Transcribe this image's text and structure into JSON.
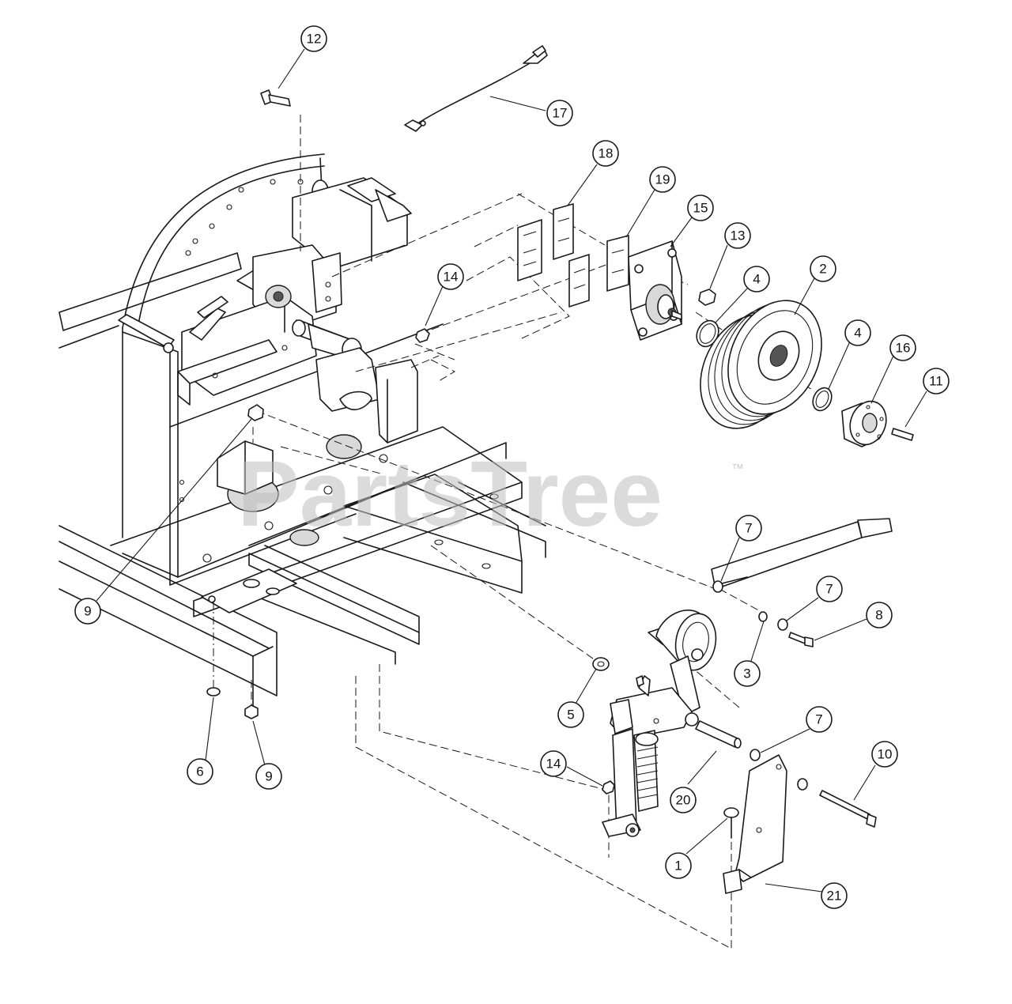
{
  "watermark": {
    "text": "PartsTree",
    "trademark": "™"
  },
  "callouts": [
    {
      "label": "12"
    },
    {
      "label": "17"
    },
    {
      "label": "18"
    },
    {
      "label": "19"
    },
    {
      "label": "15"
    },
    {
      "label": "13"
    },
    {
      "label": "4"
    },
    {
      "label": "2"
    },
    {
      "label": "14"
    },
    {
      "label": "4"
    },
    {
      "label": "16"
    },
    {
      "label": "11"
    },
    {
      "label": "7"
    },
    {
      "label": "9"
    },
    {
      "label": "7"
    },
    {
      "label": "8"
    },
    {
      "label": "3"
    },
    {
      "label": "5"
    },
    {
      "label": "7"
    },
    {
      "label": "6"
    },
    {
      "label": "10"
    },
    {
      "label": "14"
    },
    {
      "label": "9"
    },
    {
      "label": "20"
    },
    {
      "label": "1"
    },
    {
      "label": "21"
    }
  ],
  "colors": {
    "line": "#1a1a1a",
    "watermark": "#bfbfbf",
    "background": "#ffffff"
  }
}
